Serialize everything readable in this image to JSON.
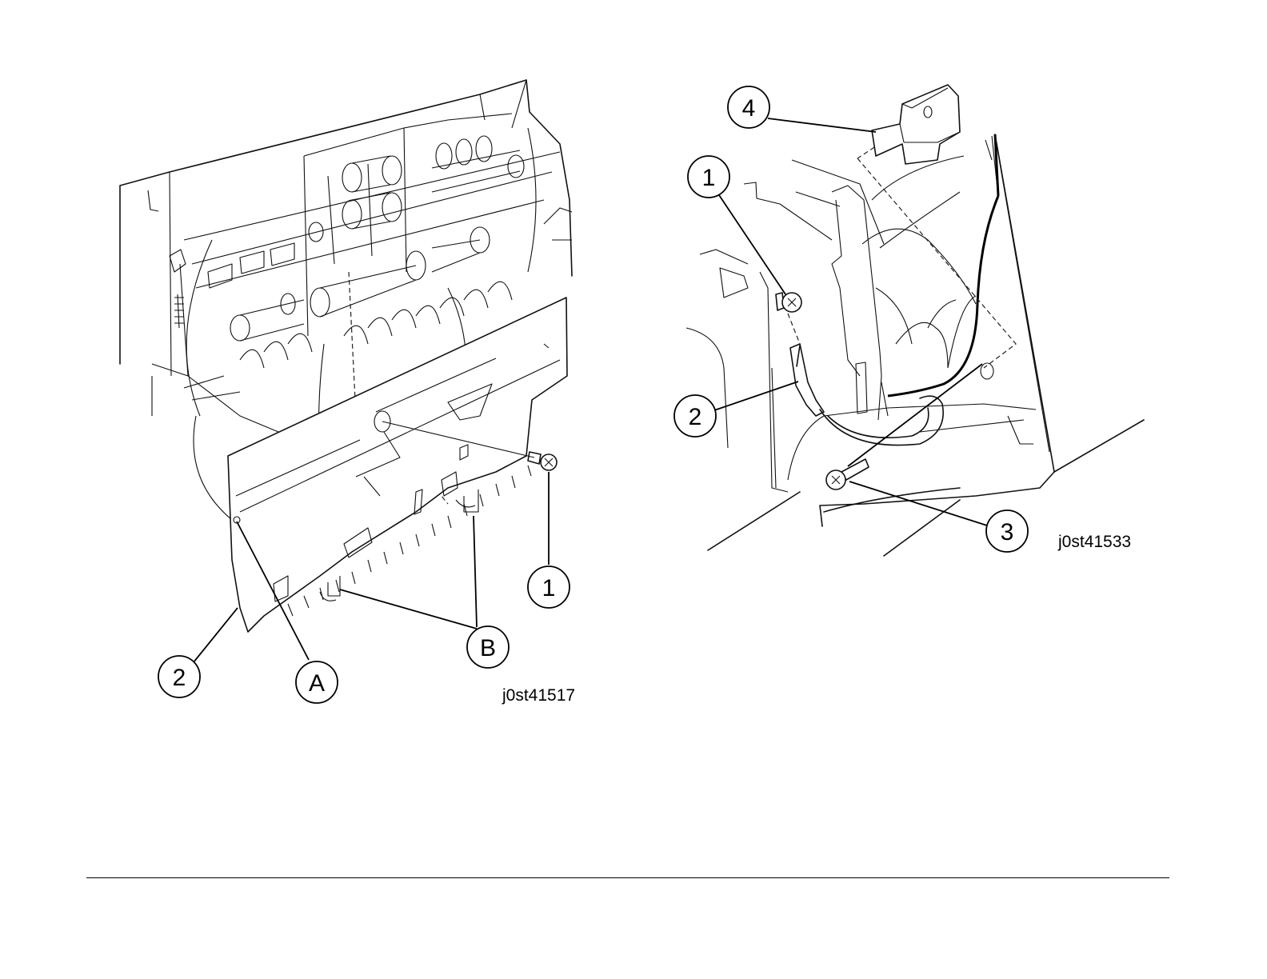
{
  "figures": [
    {
      "id": "j0st41517",
      "callouts": [
        "1",
        "2",
        "A",
        "B"
      ]
    },
    {
      "id": "j0st41533",
      "callouts": [
        "1",
        "2",
        "3",
        "4"
      ]
    }
  ]
}
